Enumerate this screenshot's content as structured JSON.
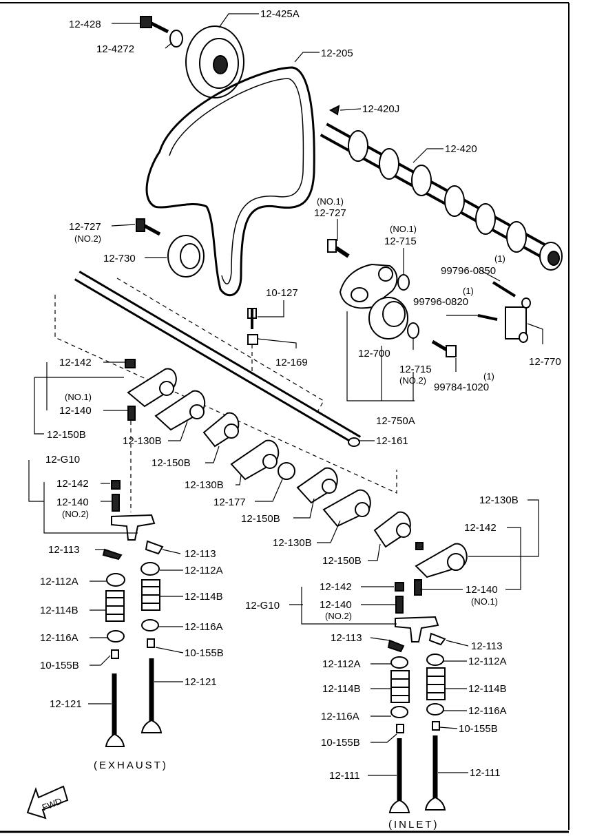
{
  "labels": {
    "p12_428": "12-428",
    "p12_425A": "12-425A",
    "p12_4272": "12-4272",
    "p12_205": "12-205",
    "p12_420J": "12-420J",
    "p12_420": "12-420",
    "no1_727": "(NO.1)",
    "p12_727a": "12-727",
    "p12_727b": "12-727",
    "no2_727": "(NO.2)",
    "no1_715": "(NO.1)",
    "p12_715a": "12-715",
    "p12_730": "12-730",
    "n1_0850": "(1)",
    "p99796_0850": "99796-0850",
    "n1_0820": "(1)",
    "p99796_0820": "99796-0820",
    "p10_127": "10-127",
    "p12_169": "12-169",
    "p12_770": "12-770",
    "p12_700": "12-700",
    "p12_715b": "12-715",
    "no2_715": "(NO.2)",
    "n1_1020": "(1)",
    "p99784_1020": "99784-1020",
    "p12_750A": "12-750A",
    "l_142a": "12-142",
    "l_no1a": "(NO.1)",
    "l_140a": "12-140",
    "l_150Ba": "12-150B",
    "l_130Ba": "12-130B",
    "l_150Bb": "12-150B",
    "p12_161": "12-161",
    "l_G10a": "12-G10",
    "l_142b": "12-142",
    "l_140b": "12-140",
    "l_no2b": "(NO.2)",
    "l_130Bb": "12-130B",
    "l_177": "12-177",
    "l_150Bc": "12-150B",
    "l_130Bc": "12-130B",
    "l_150Bd": "12-150B",
    "r_130B": "12-130B",
    "r_142a": "12-142",
    "l_113a": "12-113",
    "l_113b": "12-113",
    "l_112Aa": "12-112A",
    "l_112Ab": "12-112A",
    "l_114Ba": "12-114B",
    "l_114Bb": "12-114B",
    "l_116Aa": "12-116A",
    "l_116Ab": "12-116A",
    "l_155Ba": "10-155B",
    "l_155Bb": "10-155B",
    "l_121a": "12-121",
    "l_121b": "12-121",
    "exhaust": "(EXHAUST)",
    "m_142": "12-142",
    "r_140": "12-140",
    "r_no1": "(NO.1)",
    "m_G10": "12-G10",
    "m_140": "12-140",
    "m_no2": "(NO.2)",
    "m_113": "12-113",
    "r_113": "12-113",
    "m_112A": "12-112A",
    "r_112A": "12-112A",
    "m_114B": "12-114B",
    "r_114B": "12-114B",
    "m_116A": "12-116A",
    "r_116A": "12-116A",
    "m_155B": "10-155B",
    "r_155B": "10-155B",
    "m_111": "12-111",
    "r_111": "12-111",
    "inlet": "(INLET)",
    "fwd": "FWD"
  }
}
